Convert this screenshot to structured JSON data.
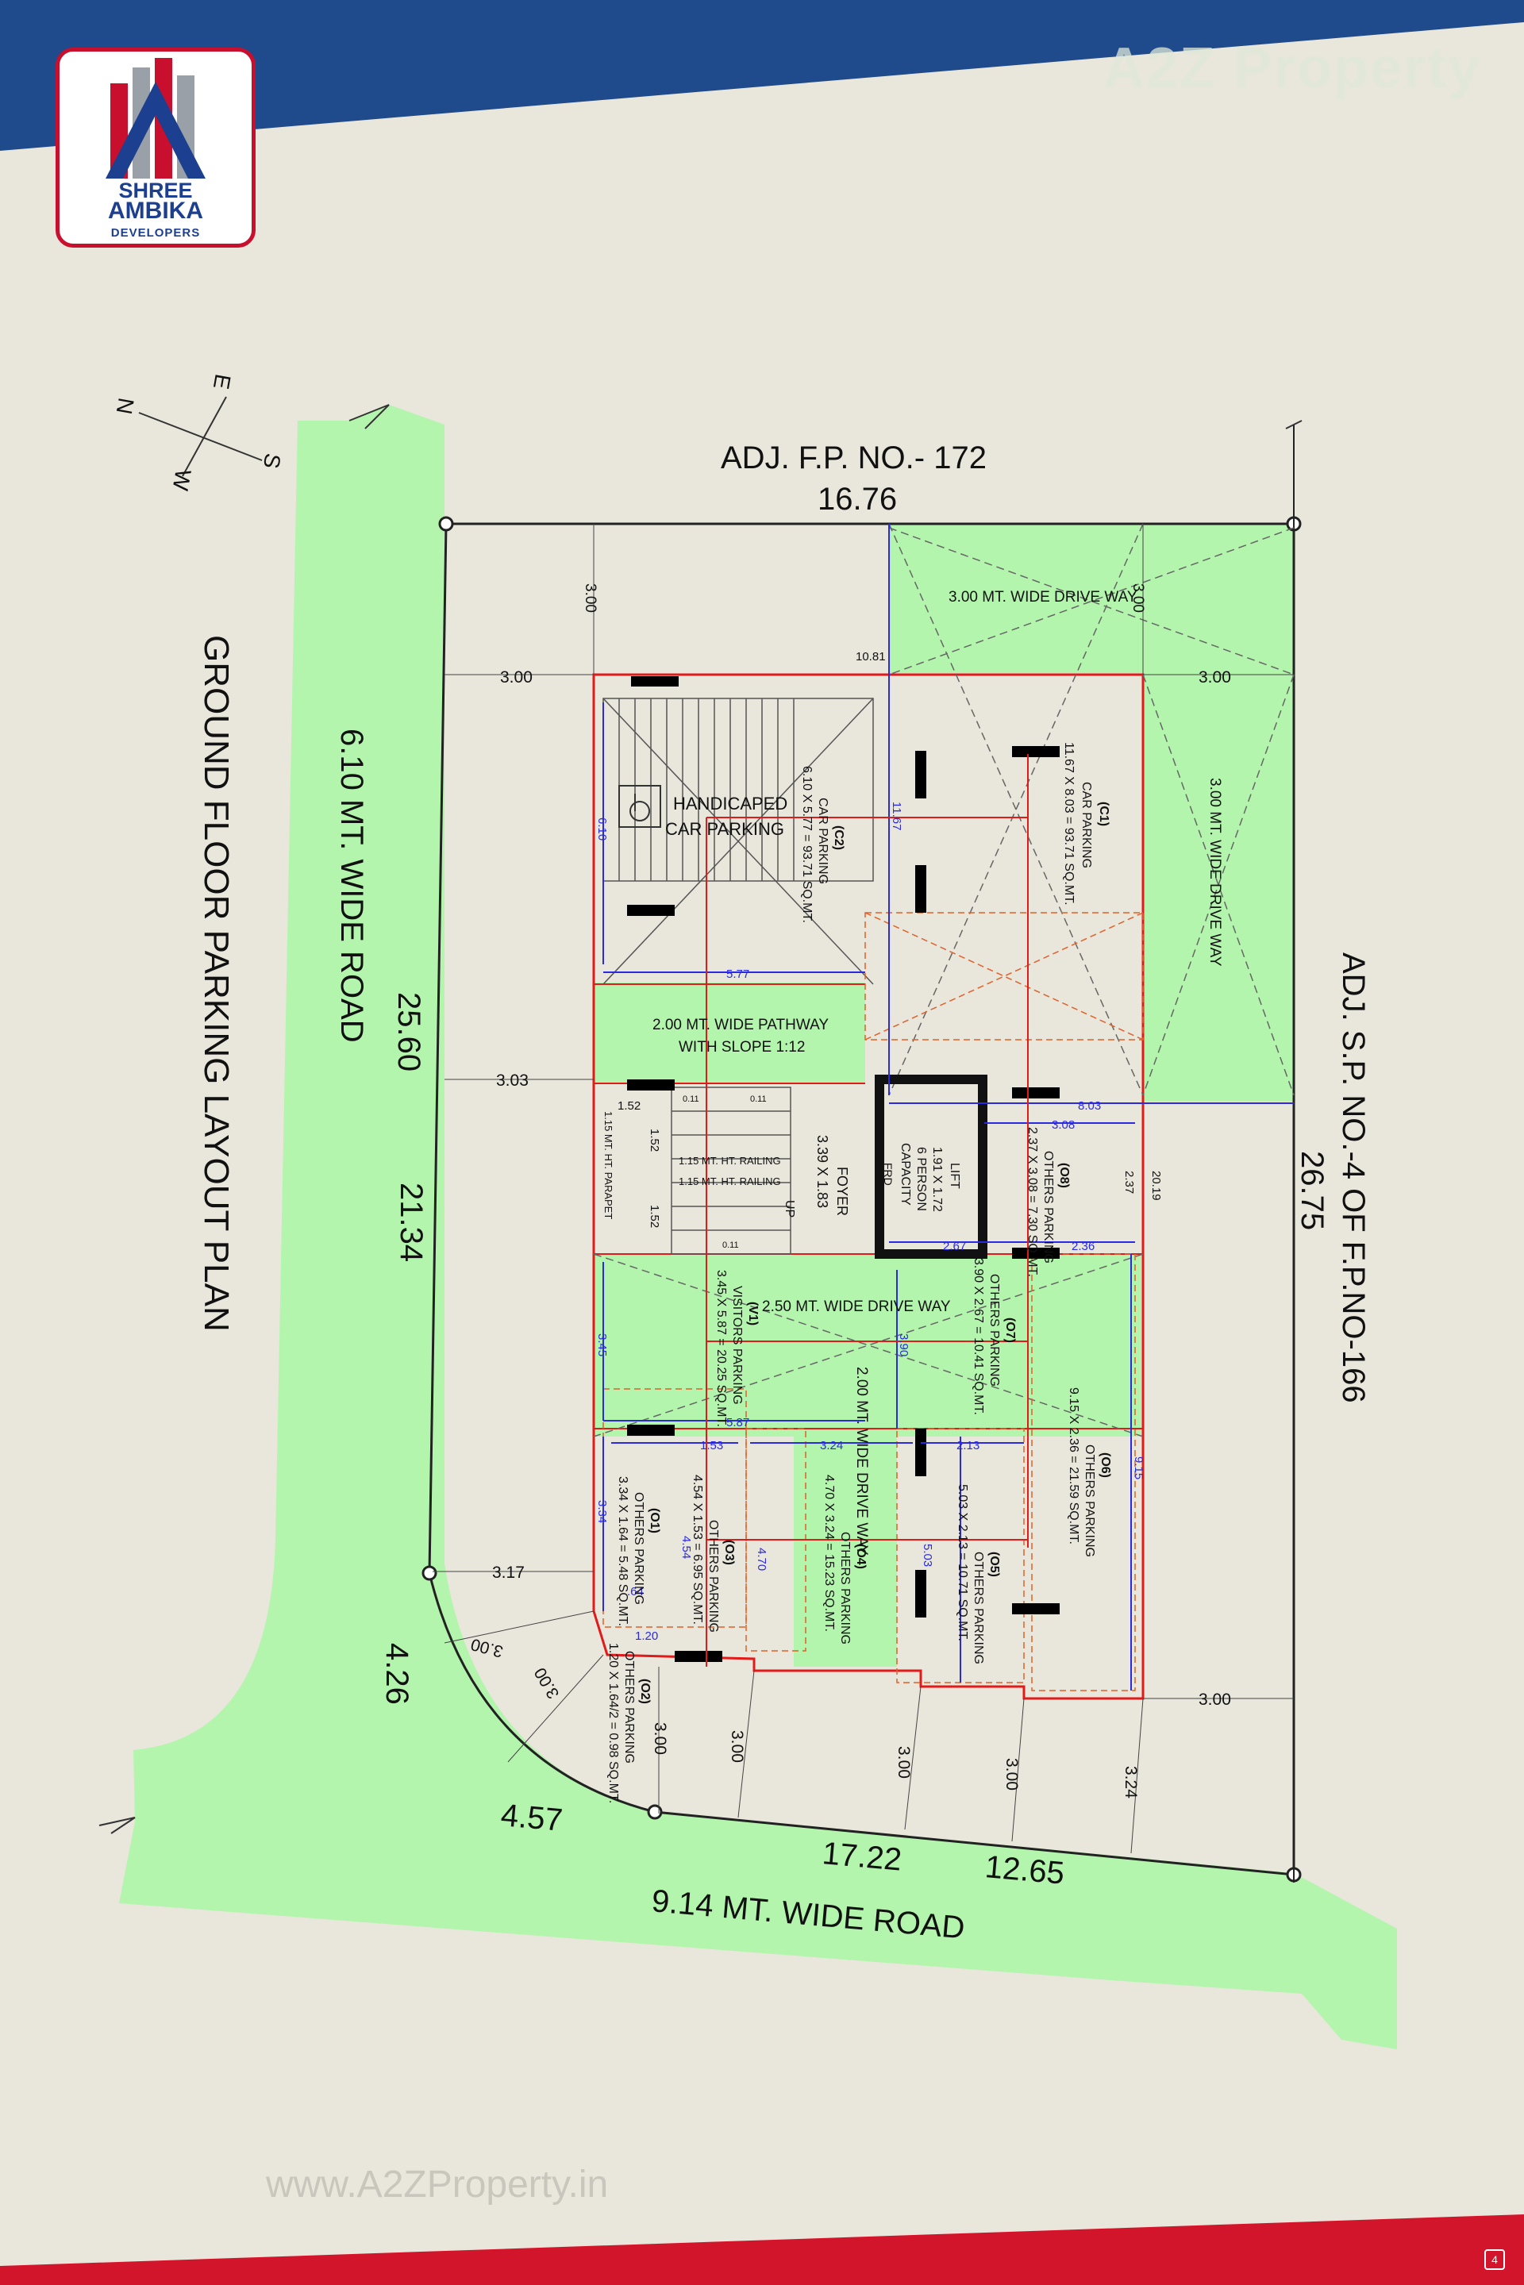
{
  "brand": {
    "logo_line1": "SHREE",
    "logo_line2": "AMBIKA",
    "logo_line3": "DEVELOPERS",
    "watermark_top": "A2Z Property",
    "watermark_bottom": "www.A2ZProperty.in",
    "page_number": "4"
  },
  "colors": {
    "header_blue": "#1f4a8c",
    "footer_red": "#d3152b",
    "background": "#e9e6dc",
    "road_green": "#b3f5ad",
    "boundary_red": "#e11a1a",
    "dimension_blue": "#2a2ae0"
  },
  "plan": {
    "title": "GROUND FLOOR PARKING LAYOUT PLAN",
    "compass": {
      "n": "N",
      "e": "E",
      "s": "S",
      "w": "W"
    },
    "boundaries": {
      "top": "ADJ. F.P. NO.- 172",
      "top_length": "16.76",
      "right": "ADJ. S.P. NO.-4 OF F.P.NO-166",
      "right_length": "26.75",
      "left_road": "6.10 MT. WIDE ROAD",
      "left_dim_a": "25.60",
      "left_dim_b": "21.34",
      "corner_dim": "4.26",
      "bottom_road": "9.14 MT. WIDE ROAD",
      "bottom_dim_a": "4.57",
      "bottom_dim_b": "17.22",
      "bottom_dim_c": "12.65"
    },
    "setbacks": {
      "top_left_v": "3.00",
      "top_left_h": "3.00",
      "top_right_v": "3.00",
      "right_top_h": "3.00",
      "left_mid": "3.03",
      "left_low": "3.17",
      "curve_a": "3.00",
      "curve_b": "3.00",
      "right_bottom": "3.00",
      "b1": "3.00",
      "b2": "3.00",
      "b3": "3.00",
      "b4": "3.00",
      "b5": "3.24",
      "top_inner": "10.81"
    },
    "labels": {
      "drive_top": "3.00 MT. WIDE DRIVE WAY",
      "drive_right": "3.00 MT. WIDE DRIVE WAY",
      "handicap_1": "HANDICAPED",
      "handicap_2": "CAR PARKING",
      "pathway_1": "2.00 MT. WIDE PATHWAY",
      "pathway_2": "WITH SLOPE 1:12",
      "drive_mid": "2.50 MT. WIDE DRIVE WAY",
      "drive_low": "2.00 MT. WIDE DRIVE WAY",
      "foyer_1": "FOYER",
      "foyer_2": "3.39 X 1.83",
      "lift_1": "LIFT",
      "lift_2": "1.91 X 1.72",
      "lift_3": "6 PERSON",
      "lift_4": "CAPACITY",
      "lift_5": "FRD",
      "railing_1": "1.15 MT. HT. RAILING",
      "railing_2": "1.15 MT. HT. RAILING",
      "parapet": "1.15 MT. HT. PARAPET",
      "up": "UP"
    },
    "dims": {
      "d610": "6.10",
      "d577": "5.77",
      "d1167": "11.67",
      "d803": "8.03",
      "d308": "3.08",
      "d237": "2.37",
      "d267": "2.67",
      "d236": "2.36",
      "d2019": "20.19",
      "d152a": "1.52",
      "d152b": "1.52",
      "d152c": "1.52",
      "d345": "3.45",
      "d587": "5.87",
      "d390": "3.90",
      "d153": "1.53",
      "d324": "3.24",
      "d213": "2.13",
      "d915": "9.15",
      "d334": "3.34",
      "d454": "4.54",
      "d470": "4.70",
      "d503": "5.03",
      "d064": ".64",
      "d120": "1.20",
      "d011a": "0.11",
      "d011b": "0.11",
      "d011c": "0.11"
    },
    "parking": [
      {
        "id": "(C1)",
        "type": "CAR PARKING",
        "size": "11.67 X 8.03 = 93.71 SQ.MT."
      },
      {
        "id": "(C2)",
        "type": "CAR PARKING",
        "size": "6.10 X 5.77 = 93.71 SQ.MT."
      },
      {
        "id": "(V1)",
        "type": "VISITORS PARKING",
        "size": "3.45 X 5.87 = 20.25 SQ.MT."
      },
      {
        "id": "(O1)",
        "type": "OTHERS PARKING",
        "size": "3.34 X 1.64 = 5.48 SQ.MT."
      },
      {
        "id": "(O2)",
        "type": "OTHERS PARKING",
        "size": "1.20 X 1.64/2 = 0.98 SQ.MT."
      },
      {
        "id": "(O3)",
        "type": "OTHERS PARKING",
        "size": "4.54 X 1.53 = 6.95 SQ.MT."
      },
      {
        "id": "(O4)",
        "type": "OTHERS PARKING",
        "size": "4.70 X 3.24 = 15.23 SQ.MT."
      },
      {
        "id": "(O5)",
        "type": "OTHERS PARKING",
        "size": "5.03 X 2.13 = 10.71 SQ.MT."
      },
      {
        "id": "(O6)",
        "type": "OTHERS PARKING",
        "size": "9.15 X 2.36 = 21.59 SQ.MT."
      },
      {
        "id": "(O7)",
        "type": "OTHERS PARKING",
        "size": "3.90 X 2.67 = 10.41 SQ.MT."
      },
      {
        "id": "(O8)",
        "type": "OTHERS PARKING",
        "size": "2.37 X 3.08 = 7.30 SQ.MT."
      }
    ]
  }
}
